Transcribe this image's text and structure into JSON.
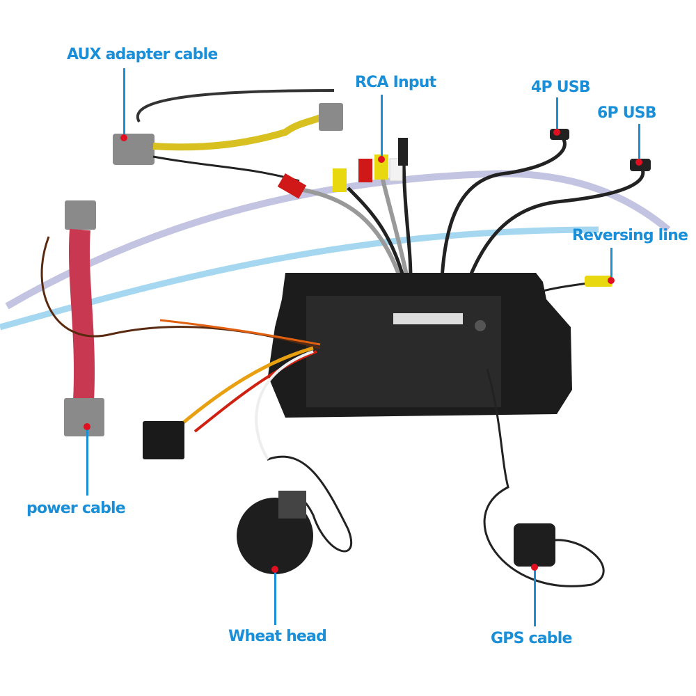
{
  "labels": {
    "aux": "AUX adapter cable",
    "rca": "RCA Input",
    "usb4p": "4P USB",
    "usb6p": "6P USB",
    "reversing": "Reversing line",
    "power": "power cable",
    "wheat": "Wheat head",
    "gps": "GPS cable"
  },
  "colors": {
    "label": "#1a8fd8",
    "marker": "#e01020"
  }
}
